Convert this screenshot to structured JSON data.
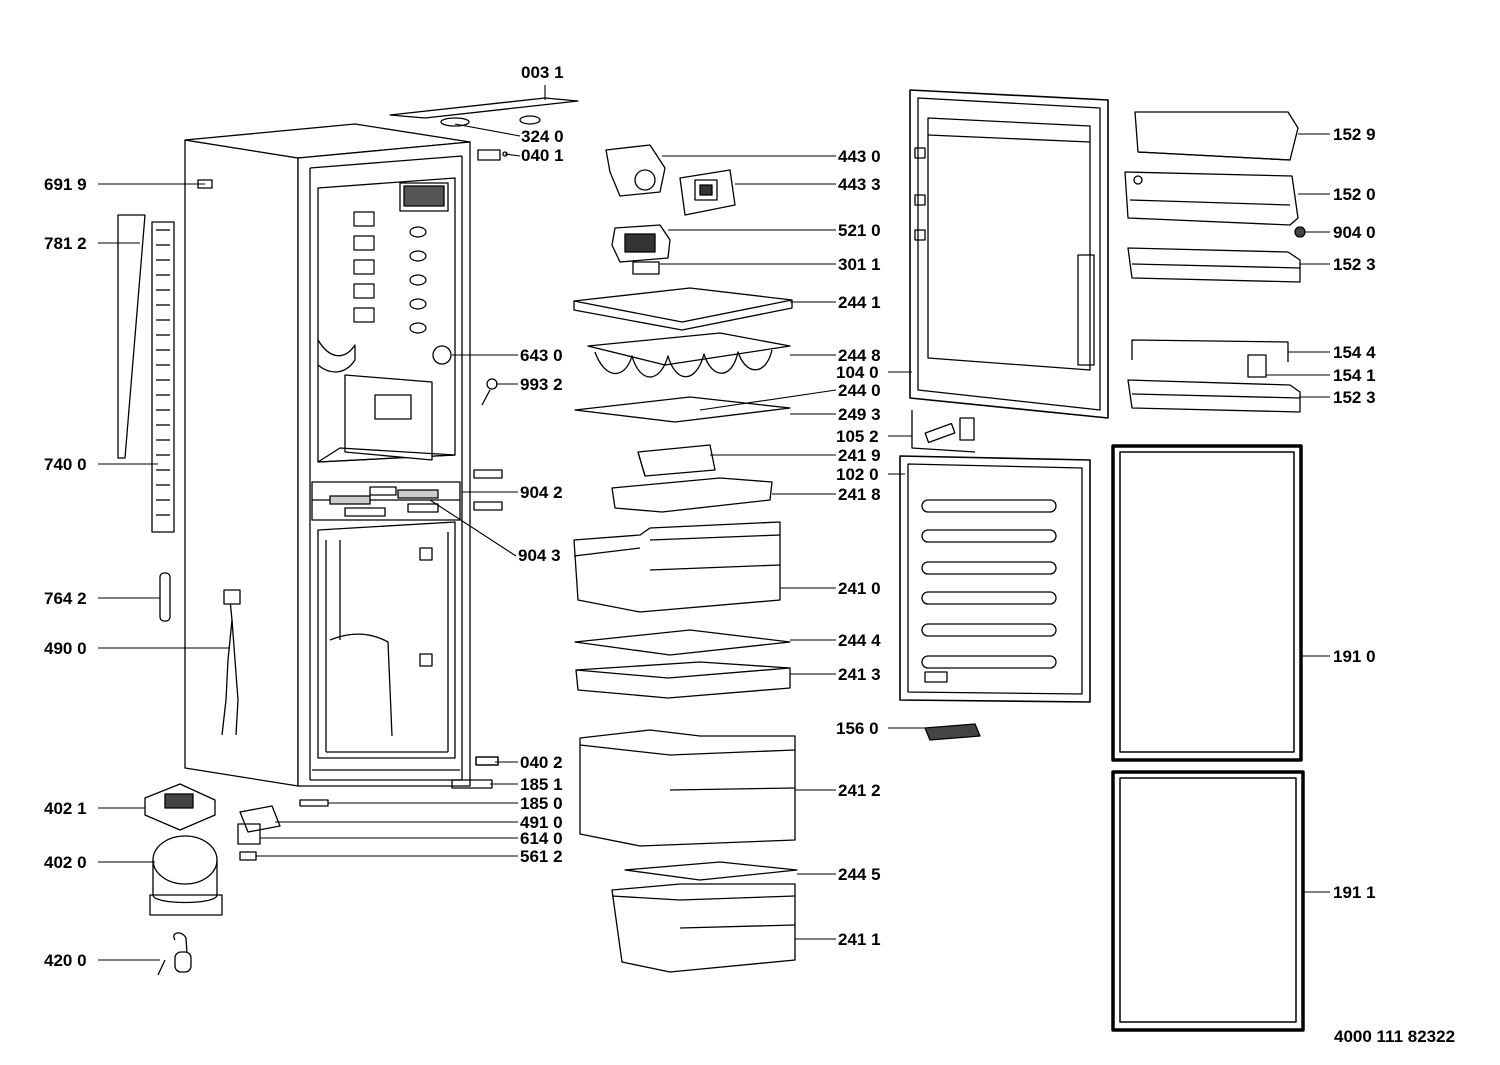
{
  "diagram": {
    "document_number": "4000 111 82322",
    "callouts": {
      "p0031": "003 1",
      "p3240": "324 0",
      "p0401": "040 1",
      "p6919": "691 9",
      "p7812": "781 2",
      "p7400": "740 0",
      "p7642": "764 2",
      "p4900": "490 0",
      "p4021": "402 1",
      "p4020": "402 0",
      "p4200": "420 0",
      "p4430": "443 0",
      "p4433": "443 3",
      "p5210": "521 0",
      "p3011": "301 1",
      "p2441": "244 1",
      "p6430": "643 0",
      "p2448": "244 8",
      "p9932": "993 2",
      "p2440": "244 0",
      "p2493": "249 3",
      "p2419": "241 9",
      "p9042": "904 2",
      "p2418": "241 8",
      "p9043": "904 3",
      "p2410": "241 0",
      "p2444": "244 4",
      "p2413": "241 3",
      "p0402": "040 2",
      "p1851": "185 1",
      "p1850": "185 0",
      "p4910": "491 0",
      "p6140": "614 0",
      "p5612": "561 2",
      "p2412": "241 2",
      "p2445": "244 5",
      "p2411": "241 1",
      "p1040": "104 0",
      "p1052": "105 2",
      "p1020": "102 0",
      "p1560": "156 0",
      "p1529": "152 9",
      "p1520": "152 0",
      "p9040": "904 0",
      "p1523a": "152 3",
      "p1544": "154 4",
      "p1541": "154 1",
      "p1523b": "152 3",
      "p1910": "191 0",
      "p1911": "191 1"
    }
  }
}
